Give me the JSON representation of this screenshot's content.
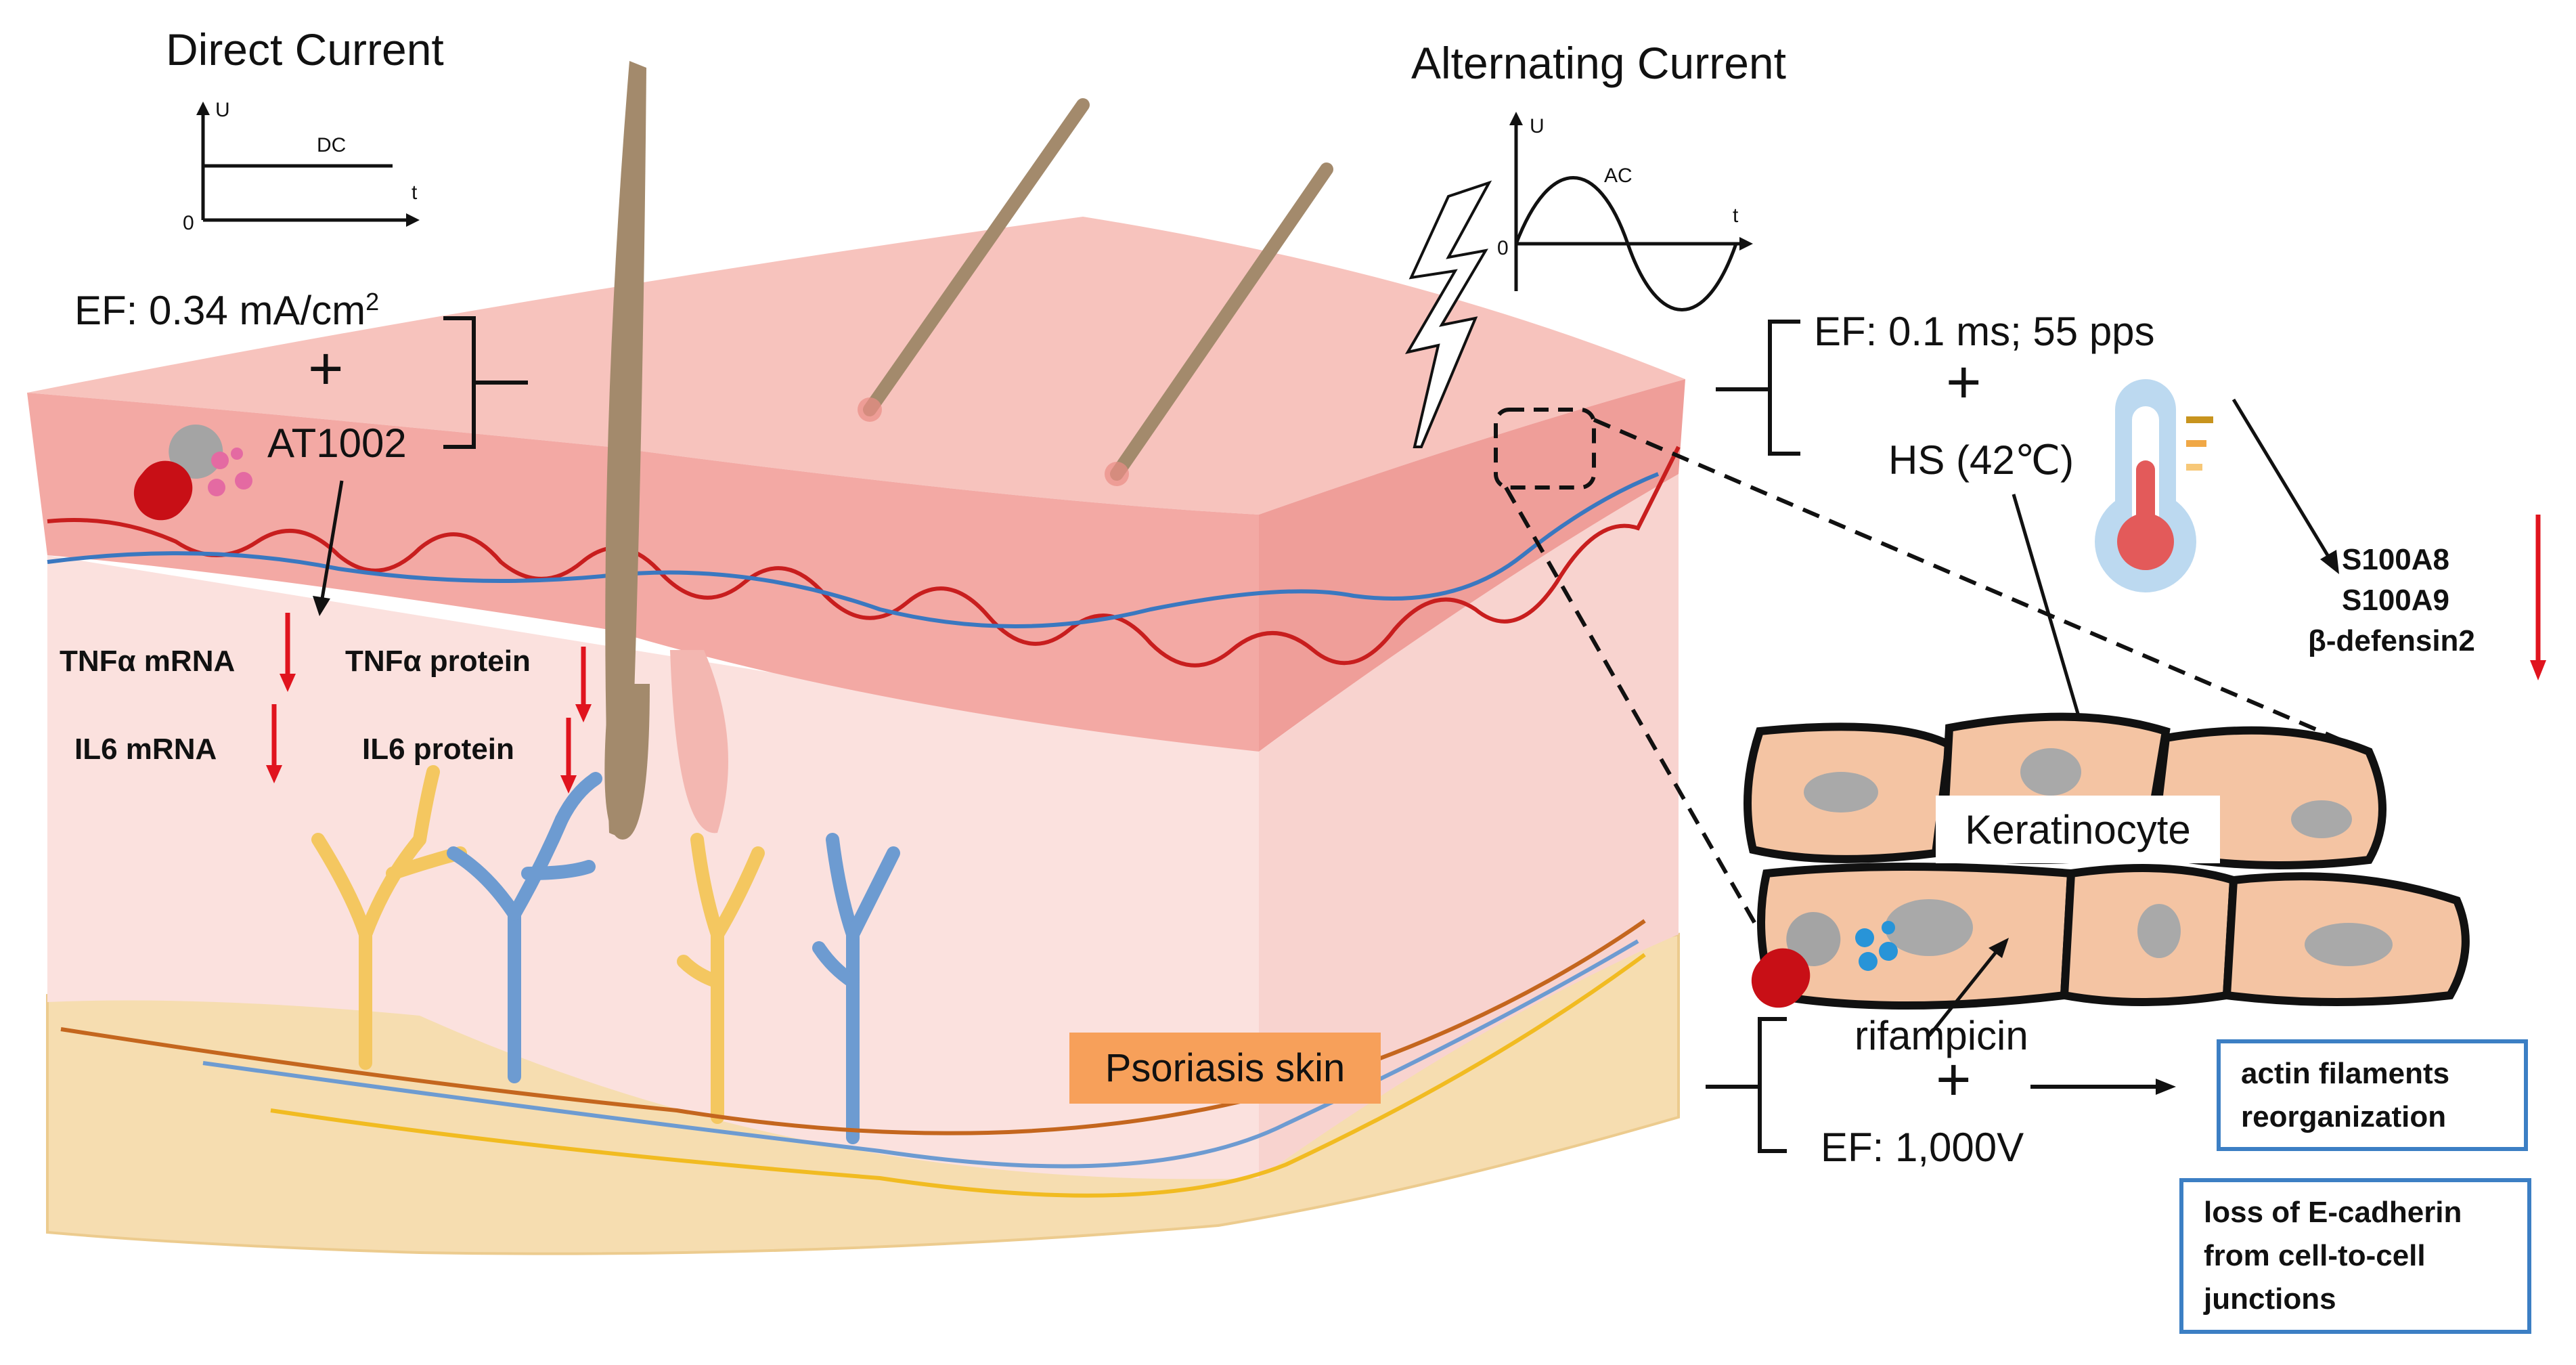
{
  "direct_current": {
    "title": "Direct Current",
    "axis_y": "U",
    "axis_x": "t",
    "origin": "0",
    "curve_label": "DC"
  },
  "alternating_current": {
    "title": "Alternating Current",
    "axis_y": "U",
    "axis_x": "t",
    "origin": "0",
    "curve_label": "AC"
  },
  "dc_treatment": {
    "ef": "EF: 0.34 mA/cm",
    "ef_sup": "2",
    "plus": "+",
    "drug": "AT1002"
  },
  "dc_effects": {
    "tnf_mrna": "TNFα mRNA",
    "il6_mrna": "IL6 mRNA",
    "tnf_protein": "TNFα protein",
    "il6_protein": "IL6 protein"
  },
  "ac_treatment": {
    "ef": "EF: 0.1 ms; 55 pps",
    "plus": "+",
    "hs": "HS (42℃)"
  },
  "ac_effects": {
    "line1": "S100A8",
    "line2": "S100A9",
    "line3": "β-defensin2"
  },
  "skin_label": "Psoriasis skin",
  "cell_label": "Keratinocyte",
  "hv_treatment": {
    "drug": "rifampicin",
    "plus": "+",
    "ef": "EF: 1,000V"
  },
  "outcomes": {
    "box1_line1": "actin filaments",
    "box1_line2": "reorganization",
    "box2_line1": "loss of E-cadherin",
    "box2_line2": "from cell-to-cell",
    "box2_line3": "junctions"
  },
  "colors": {
    "decrease_arrow": "#e0141e",
    "epidermis": "#f5b9b4",
    "dermis": "#fbe4e1",
    "hypodermis": "#f6ddb0",
    "keratinocyte": "#f4c4a3",
    "nerve_red": "#c81e1e",
    "nerve_blue": "#3a78c0",
    "outcome_border": "#3c7fc4",
    "label_box": "#f7a05a"
  }
}
